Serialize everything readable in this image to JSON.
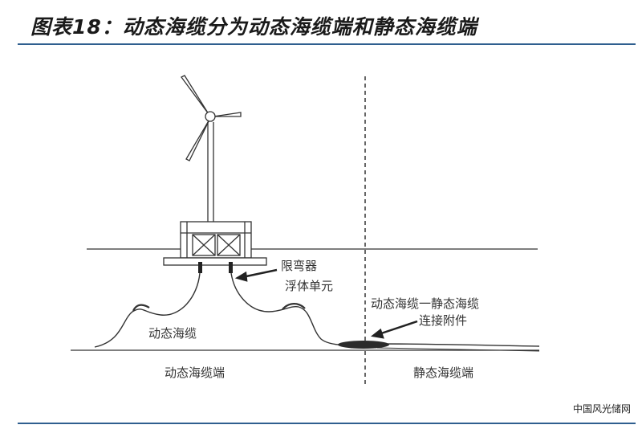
{
  "title": "图表18：动态海缆分为动态海缆端和静态海缆端",
  "labels": {
    "bend_restrictor": "限弯器",
    "buoyancy_unit": "浮体单元",
    "dynamic_cable": "动态海缆",
    "joint_line1": "动态海缆一静态海缆",
    "joint_line2": "连接附件",
    "dynamic_end": "动态海缆端",
    "static_end": "静态海缆端"
  },
  "watermark": "中国风光储网",
  "colors": {
    "rule": "#2f5f8f",
    "line": "#333333",
    "joint": "#2b2b2b"
  }
}
